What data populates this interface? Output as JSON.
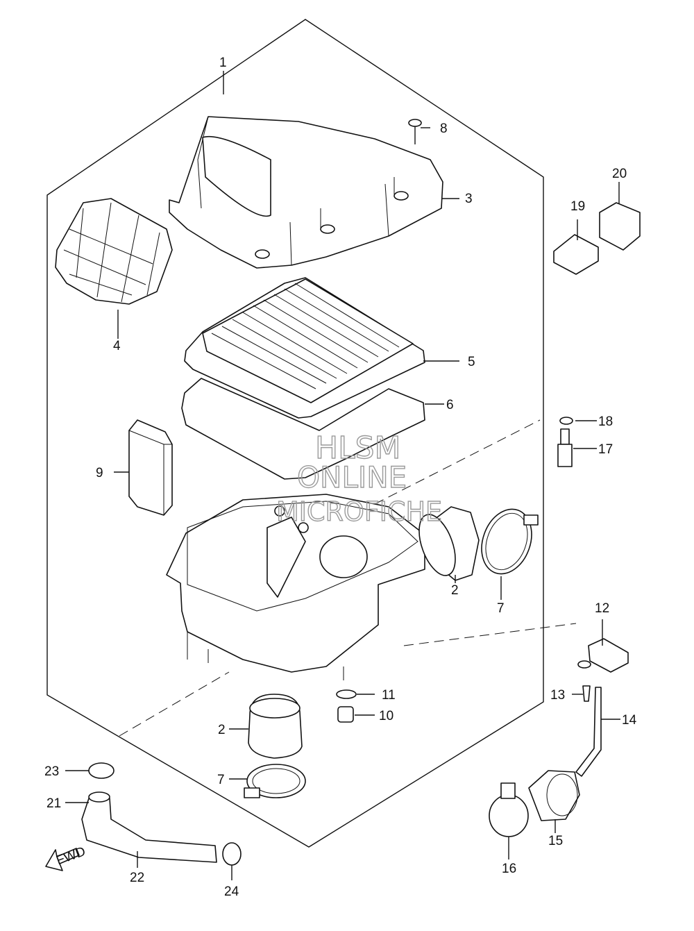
{
  "colors": {
    "line": "#111111",
    "background": "#ffffff",
    "watermark": "#9a9a9a"
  },
  "watermark": {
    "line1": "HLSM",
    "line2": "ONLINE",
    "line3": "MICROFICHE"
  },
  "direction_marker": {
    "text": "FWD"
  },
  "callouts": [
    {
      "id": "c1",
      "text": "1"
    },
    {
      "id": "c2a",
      "text": "2"
    },
    {
      "id": "c2b",
      "text": "2"
    },
    {
      "id": "c3",
      "text": "3"
    },
    {
      "id": "c4",
      "text": "4"
    },
    {
      "id": "c5",
      "text": "5"
    },
    {
      "id": "c6",
      "text": "6"
    },
    {
      "id": "c7a",
      "text": "7"
    },
    {
      "id": "c7b",
      "text": "7"
    },
    {
      "id": "c8",
      "text": "8"
    },
    {
      "id": "c9",
      "text": "9"
    },
    {
      "id": "c10",
      "text": "10"
    },
    {
      "id": "c11",
      "text": "11"
    },
    {
      "id": "c12",
      "text": "12"
    },
    {
      "id": "c13",
      "text": "13"
    },
    {
      "id": "c14",
      "text": "14"
    },
    {
      "id": "c15",
      "text": "15"
    },
    {
      "id": "c16",
      "text": "16"
    },
    {
      "id": "c17",
      "text": "17"
    },
    {
      "id": "c18",
      "text": "18"
    },
    {
      "id": "c19",
      "text": "19"
    },
    {
      "id": "c20",
      "text": "20"
    },
    {
      "id": "c21",
      "text": "21"
    },
    {
      "id": "c22",
      "text": "22"
    },
    {
      "id": "c23",
      "text": "23"
    },
    {
      "id": "c24",
      "text": "24"
    }
  ]
}
